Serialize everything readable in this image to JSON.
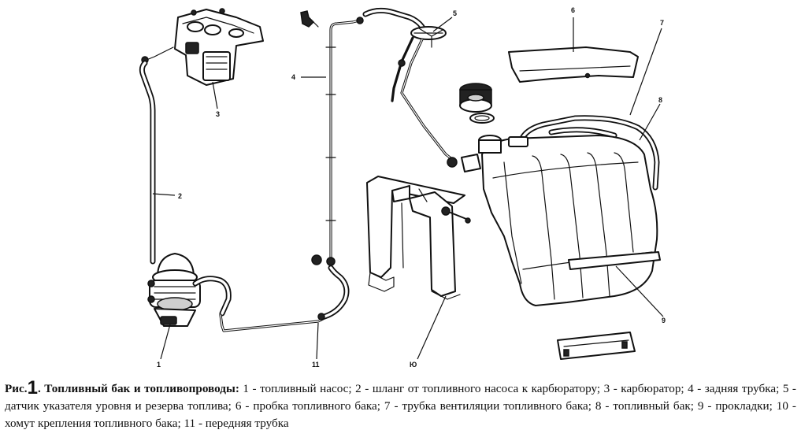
{
  "diagram": {
    "labels": {
      "pump": "1",
      "hose": "2",
      "carburetor": "3",
      "rear_tube": "4",
      "sensor": "5",
      "cap": "6",
      "vent_tube": "7",
      "tank": "8",
      "pads": "9",
      "clamp": "Ю",
      "front_tube": "11"
    }
  },
  "caption": {
    "fig_prefix": "Рис.",
    "fig_number": "1",
    "title": ". Топливный бак и топливопроводы:",
    "body": " 1 - топливный насос; 2 - шланг от топливного насоса к карбюратору; 3 - карбюратор; 4 - задняя трубка; 5 - датчик указателя уровня и резерва топлива; 6 - пробка топливного бака; 7 - трубка вентиляции топливного бака; 8 - топливный бак; 9 - прокладки; 10 - хомут крепления топливного бака; 11 - передняя трубка"
  }
}
